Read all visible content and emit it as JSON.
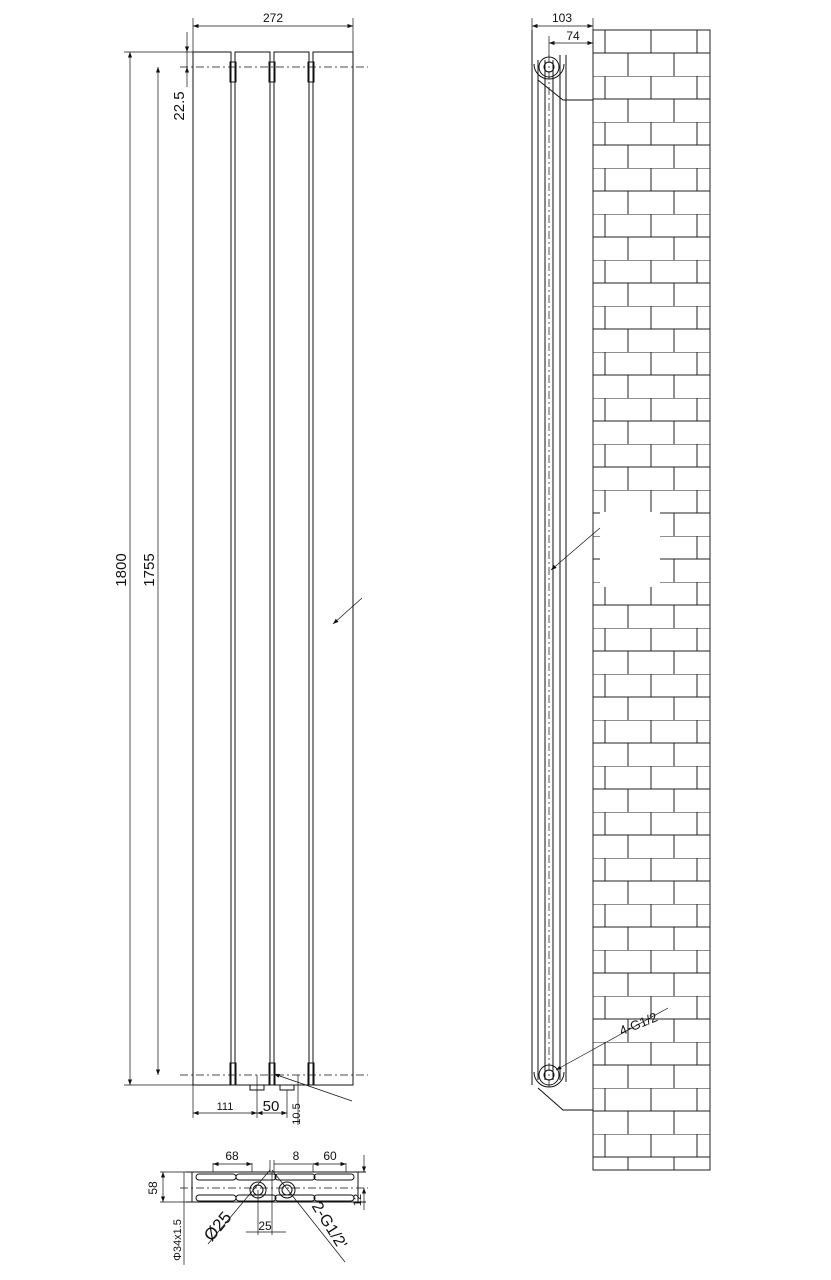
{
  "front_view": {
    "width_label": "272",
    "height_label": "1800",
    "centers_label": "1755",
    "top_offset_label": "22.5",
    "left_pipe_label": "111",
    "pipe_spacing_label": "50",
    "pipe_depth_label": "10.5"
  },
  "side_view": {
    "depth_label": "103",
    "wall_to_pipe_label": "74",
    "connection_label": "4-G1/2"
  },
  "bottom_detail": {
    "dim_68": "68",
    "dim_8": "8",
    "dim_60": "60",
    "dim_58": "58",
    "dim_12": "12",
    "dim_25": "25",
    "pipe_dia_label": "Ø25",
    "connection_label": "2-G1/2'",
    "tube_label": "Φ34x1.5"
  }
}
